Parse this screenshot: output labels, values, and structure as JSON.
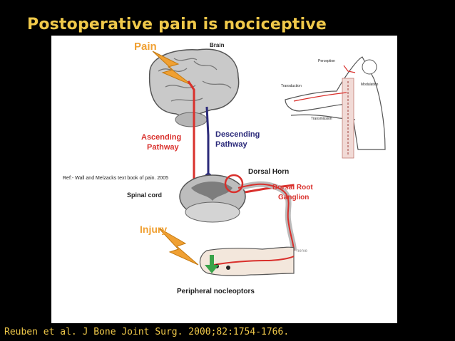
{
  "slide": {
    "title": "Postoperative pain is nociceptive",
    "reference_bottom": "Reuben et al. J Bone Joint Surg. 2000;82:1754-1766."
  },
  "diagram": {
    "pain": "Pain",
    "brain": "Brain",
    "ascending_1": "Ascending",
    "ascending_2": "Pathway",
    "descending_1": "Descending",
    "descending_2": "Pathway",
    "dorsal_horn": "Dorsal Horn",
    "dorsal_root_1": "Dorsal Root",
    "dorsal_root_2": "Ganglion",
    "spinal_cord": "Spinal cord",
    "injury": "Injury",
    "peripheral": "Peripheral nocleoptors",
    "ref_inner": "Ref:- Wall and Melzacks text book of pain. 2005",
    "perception": "Perception",
    "modulation": "Modulation",
    "transduction": "Transduction",
    "transmission": "Transmission",
    "nerve": "nerve"
  },
  "colors": {
    "accent": "#f0c94a",
    "ascending": "#d9302c",
    "descending": "#2b2a7a",
    "injury": "#f0a032"
  }
}
